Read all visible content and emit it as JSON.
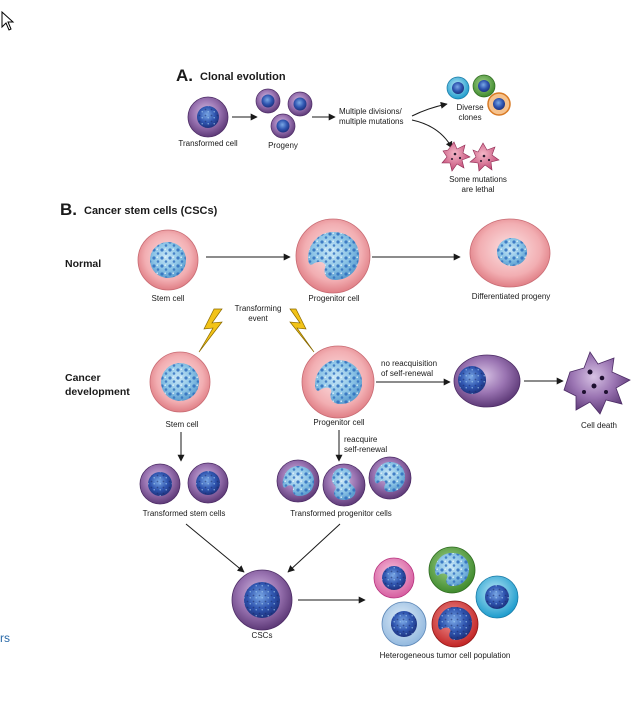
{
  "panel_a": {
    "letter": "A.",
    "title": "Clonal evolution",
    "transformed_cell": "Transformed cell",
    "progeny": "Progeny",
    "divisions_line1": "Multiple divisions/",
    "divisions_line2": "multiple mutations",
    "diverse_line1": "Diverse",
    "diverse_line2": "clones",
    "lethal_line1": "Some mutations",
    "lethal_line2": "are lethal"
  },
  "panel_b": {
    "letter": "B.",
    "title": "Cancer stem cells (CSCs)",
    "normal": "Normal",
    "cancer_line1": "Cancer",
    "cancer_line2": "development",
    "stem_cell": "Stem cell",
    "progenitor_cell": "Progenitor cell",
    "differentiated": "Differentiated progeny",
    "transforming_line1": "Transforming",
    "transforming_line2": "event",
    "stem_cell_cancer": "Stem cell",
    "progenitor_cell_cancer": "Progenitor cell",
    "no_reacq_line1": "no reacquisition",
    "no_reacq_line2": "of self-renewal",
    "cell_death": "Cell death",
    "reacquire_line1": "reacquire",
    "reacquire_line2": "self-renewal",
    "transformed_stem": "Transformed stem cells",
    "transformed_progenitor": "Transformed progenitor cells",
    "cscs": "CSCs",
    "heterogeneous": "Heterogeneous tumor cell population"
  },
  "edge_fragment": "rs",
  "colors": {
    "pink_cytoplasm": "#e98f95",
    "purple_cytoplasm": "#7b4f94",
    "nucleus_blue": "#3a6cc0",
    "chromatin_light": "#9bcce8",
    "green_clone": "#4f9a3a",
    "cyan_clone": "#2aa9d6",
    "red_clone": "#d33a3a",
    "orange_ring": "#e08a3a",
    "lightning": "#f2c318",
    "cursor": "#000000"
  },
  "icons": [
    "mouse-cursor-icon",
    "lightning-bolt-icon",
    "arrow-icon"
  ]
}
